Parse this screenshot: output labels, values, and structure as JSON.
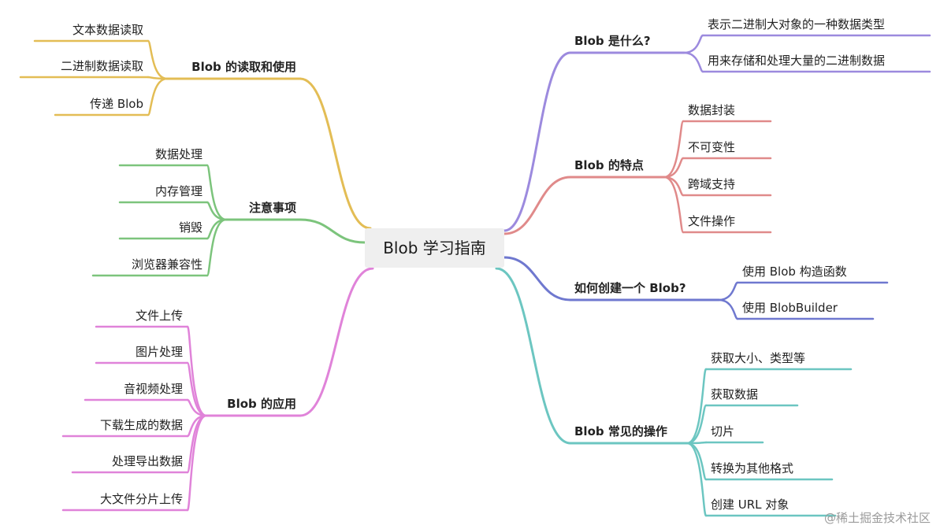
{
  "center": {
    "label": "Blob 学习指南"
  },
  "branches": [
    {
      "id": "what",
      "label": "Blob 是什么?",
      "color": "#9c8ade",
      "children": [
        "表示二进制大对象的一种数据类型",
        "用来存储和处理大量的二进制数据"
      ]
    },
    {
      "id": "features",
      "label": "Blob 的特点",
      "color": "#e08a8a",
      "children": [
        "数据封装",
        "不可变性",
        "跨域支持",
        "文件操作"
      ]
    },
    {
      "id": "create",
      "label": "如何创建一个 Blob?",
      "color": "#6f78cf",
      "children": [
        "使用 Blob 构造函数",
        "使用 BlobBuilder"
      ]
    },
    {
      "id": "ops",
      "label": "Blob 常见的操作",
      "color": "#6cc6c1",
      "children": [
        "获取大小、类型等",
        "获取数据",
        "切片",
        "转换为其他格式",
        "创建 URL 对象"
      ]
    },
    {
      "id": "read",
      "label": "Blob 的读取和使用",
      "color": "#e3bd55",
      "children": [
        "文本数据读取",
        "二进制数据读取",
        "传递 Blob"
      ]
    },
    {
      "id": "notes",
      "label": "注意事项",
      "color": "#7cc47c",
      "children": [
        "数据处理",
        "内存管理",
        "销毁",
        "浏览器兼容性"
      ]
    },
    {
      "id": "apps",
      "label": "Blob 的应用",
      "color": "#e083d9",
      "children": [
        "文件上传",
        "图片处理",
        "音视频处理",
        "下载生成的数据",
        "处理导出数据",
        "大文件分片上传"
      ]
    }
  ],
  "watermark": "@稀土掘金技术社区"
}
